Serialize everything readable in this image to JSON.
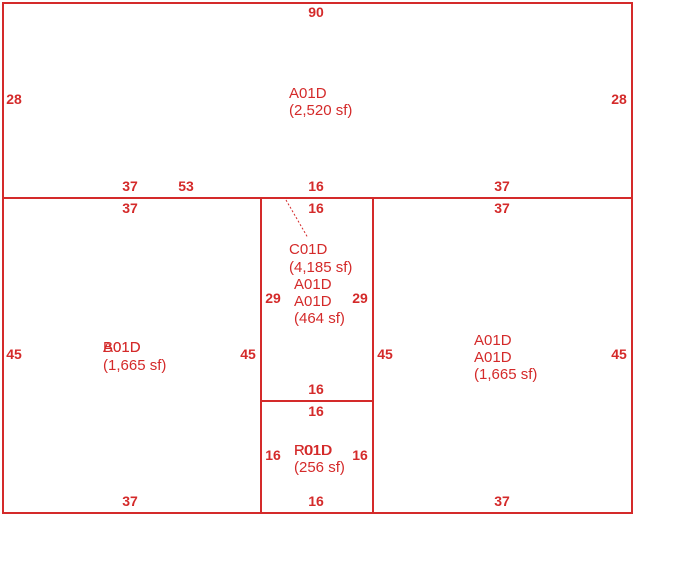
{
  "floorplan": {
    "colors": {
      "line": "#d42a2a",
      "background": "#ffffff"
    },
    "rooms": [
      {
        "lines": [
          "A01D",
          "(2,520 sf)"
        ]
      },
      {
        "lines": [
          "C01D",
          "(4,185 sf)"
        ]
      },
      {
        "lines": [
          "A01D",
          "A01D",
          "(464 sf)"
        ]
      },
      {
        "lines": [
          "B01D",
          "(1,665 sf)"
        ],
        "overlap": "A01D"
      },
      {
        "lines": [
          "A01D",
          "A01D",
          "(1,665 sf)"
        ]
      },
      {
        "lines": [
          "P01D",
          "(256 sf)"
        ],
        "overlap": "R01D"
      }
    ],
    "dims": {
      "top_outer": "90",
      "top_left": "28",
      "top_right": "28",
      "mid_a": "37",
      "mid_b": "53",
      "mid_c": "16",
      "mid_d": "37",
      "left_top": "37",
      "center_top": "16",
      "right_top": "37",
      "left_left": "45",
      "left_right": "45",
      "center_left": "29",
      "center_right": "29",
      "right_left": "45",
      "right_right": "45",
      "center_bottom": "16",
      "small_top": "16",
      "small_left": "16",
      "small_right": "16",
      "left_bottom": "37",
      "small_bottom": "16",
      "right_bottom": "37"
    }
  }
}
